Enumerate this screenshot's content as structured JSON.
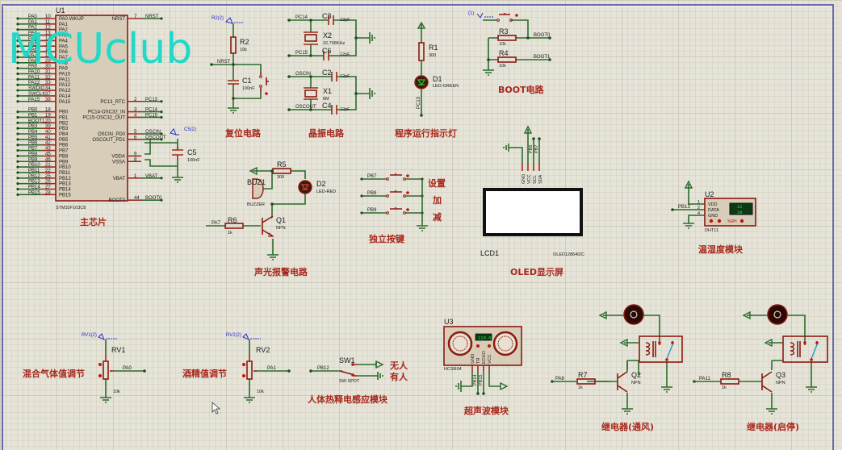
{
  "watermark": "MCUclub",
  "sections": {
    "mcu": "主芯片",
    "reset": "复位电路",
    "crystal": "晶振电路",
    "run_led": "程序运行指示灯",
    "boot": "BOOT电路",
    "alarm": "声光报警电路",
    "keys": "独立按键",
    "oled": "OLED显示屏",
    "dht": "温湿度模块",
    "gas": "混合气体值调节",
    "alcohol": "酒精值调节",
    "pir": "人体热释电感应模块",
    "ultrasonic": "超声波模块",
    "relay1": "继电器(通风)",
    "relay2": "继电器(启停)"
  },
  "mcu": {
    "ref": "U1",
    "part": "STM32F103C8",
    "left_pins": [
      {
        "net": "PA0",
        "num": "10",
        "name": "PA0-WKUP"
      },
      {
        "net": "PA1",
        "num": "11",
        "name": "PA1"
      },
      {
        "net": "PA2",
        "num": "12",
        "name": "PA2"
      },
      {
        "net": "PA3",
        "num": "13",
        "name": "PA3"
      },
      {
        "net": "PA4",
        "num": "14",
        "name": "PA4"
      },
      {
        "net": "PA5",
        "num": "15",
        "name": "PA5"
      },
      {
        "net": "PA6",
        "num": "16",
        "name": "PA6"
      },
      {
        "net": "PA7",
        "num": "17",
        "name": "PA7"
      },
      {
        "net": "PA8",
        "num": "29",
        "name": "PA8"
      },
      {
        "net": "PA9",
        "num": "30",
        "name": "PA9"
      },
      {
        "net": "PA10",
        "num": "31",
        "name": "PA10"
      },
      {
        "net": "PA11",
        "num": "32",
        "name": "PA11"
      },
      {
        "net": "PA12",
        "num": "33",
        "name": "PA12"
      },
      {
        "net": "SWDIO",
        "num": "34",
        "name": "PA13"
      },
      {
        "net": "SWCLK",
        "num": "37",
        "name": "PA14"
      },
      {
        "net": "PA15",
        "num": "38",
        "name": "PA15"
      },
      {
        "net": "PB0",
        "num": "18",
        "name": "PB0"
      },
      {
        "net": "PB1",
        "num": "19",
        "name": "PB1"
      },
      {
        "net": "BOOT1",
        "num": "20",
        "name": "PB2"
      },
      {
        "net": "PB3",
        "num": "39",
        "name": "PB3"
      },
      {
        "net": "PB4",
        "num": "40",
        "name": "PB4"
      },
      {
        "net": "PB5",
        "num": "41",
        "name": "PB5"
      },
      {
        "net": "PB6",
        "num": "42",
        "name": "PB6"
      },
      {
        "net": "PB7",
        "num": "43",
        "name": "PB7"
      },
      {
        "net": "PB8",
        "num": "45",
        "name": "PB8"
      },
      {
        "net": "PB9",
        "num": "46",
        "name": "PB9"
      },
      {
        "net": "PB10",
        "num": "21",
        "name": "PB10"
      },
      {
        "net": "PB11",
        "num": "22",
        "name": "PB11"
      },
      {
        "net": "PB12",
        "num": "25",
        "name": "PB12"
      },
      {
        "net": "PB13",
        "num": "26",
        "name": "PB13"
      },
      {
        "net": "PB14",
        "num": "27",
        "name": "PB14"
      },
      {
        "net": "PB15",
        "num": "28",
        "name": "PB15"
      }
    ],
    "right_pins": [
      {
        "net": "NRST",
        "num": "7",
        "name": "NRST",
        "row": 0
      },
      {
        "net": "PC13",
        "num": "2",
        "name": "PC13_RTC",
        "row": 15
      },
      {
        "net": "PC14",
        "num": "3",
        "name": "PC14-OSC32_IN",
        "row": 16
      },
      {
        "net": "PC15",
        "num": "4",
        "name": "PC15-OSC32_OUT",
        "row": 17
      },
      {
        "net": "OSCIN",
        "num": "5",
        "name": "OSCIN_PD0",
        "row": 20
      },
      {
        "net": "OSCOUT",
        "num": "6",
        "name": "OSCOUT_PD1",
        "row": 21
      },
      {
        "net": "",
        "num": "9",
        "name": "VDDA",
        "row": 24
      },
      {
        "net": "",
        "num": "8",
        "name": "VSSA",
        "row": 25
      },
      {
        "net": "VBAT",
        "num": "1",
        "name": "VBAT",
        "row": 28
      },
      {
        "net": "BOOT0",
        "num": "44",
        "name": "BOOT0",
        "row": 32
      }
    ]
  },
  "components": {
    "c5": {
      "ref": "C5",
      "value": "100nF",
      "probe": "C5(2)"
    },
    "r2": {
      "ref": "R2",
      "value": "10k",
      "probe": "R2(2)",
      "net": "NRST"
    },
    "c1": {
      "ref": "C1",
      "value": "100nF"
    },
    "c3": {
      "ref": "C3",
      "value": "12pF"
    },
    "c6": {
      "ref": "C6",
      "value": "12pF"
    },
    "x2": {
      "ref": "X2",
      "value": "32.768KHz",
      "net_a": "PC14",
      "net_b": "PC15"
    },
    "c2": {
      "ref": "C2",
      "value": "12pF"
    },
    "c4": {
      "ref": "C4",
      "value": "12pF"
    },
    "x1": {
      "ref": "X1",
      "value": "8M",
      "net_a": "OSCIN",
      "net_b": "OSCOUT"
    },
    "r1": {
      "ref": "R1",
      "value": "300"
    },
    "d1": {
      "ref": "D1",
      "value": "LED-GREEN",
      "net": "PC13"
    },
    "boot_probe": "(1)",
    "r3": {
      "ref": "R3",
      "value": "10k",
      "net": "BOOT0"
    },
    "r4": {
      "ref": "R4",
      "value": "10k",
      "net": "BOOT1"
    },
    "buz1": {
      "ref": "BUZ1",
      "value": "BUZZER"
    },
    "r5": {
      "ref": "R5",
      "value": "300"
    },
    "d2": {
      "ref": "D2",
      "value": "LED-RED"
    },
    "r6": {
      "ref": "R6",
      "value": "1k",
      "net": "PA7"
    },
    "q1": {
      "ref": "Q1",
      "value": "NPN"
    },
    "keys": [
      {
        "net": "PB7",
        "label": "设置"
      },
      {
        "net": "PB8",
        "label": "加"
      },
      {
        "net": "PB9",
        "label": "减"
      }
    ],
    "lcd1": {
      "ref": "LCD1",
      "value": "OLED12864I2C",
      "pins": [
        "GND",
        "VCC",
        "SCL",
        "SDA"
      ],
      "nets": [
        "PB6",
        "PB7"
      ]
    },
    "u2": {
      "ref": "U2",
      "value": "DHT11",
      "net": "PB13",
      "pins": [
        "VDD",
        "DATA",
        "GND"
      ],
      "pin_nums": [
        "1",
        "2",
        "4"
      ],
      "temp": "12",
      "hum": "29",
      "unit": "%RH"
    },
    "rv1": {
      "ref": "RV1",
      "value": "10k",
      "probe": "RV1(2)",
      "net": "PA0"
    },
    "rv2": {
      "ref": "RV2",
      "value": "10k",
      "probe": "RV2(2)",
      "net": "PA1"
    },
    "sw1": {
      "ref": "SW1",
      "value": "SW-SPDT",
      "net": "PB12",
      "opt_a": "无人",
      "opt_b": "有人"
    },
    "u3": {
      "ref": "U3",
      "value": "HCSR04",
      "display": "110.0",
      "pins": [
        "GND",
        "TR",
        "ECHO",
        "VCC"
      ],
      "nets": [
        "PB14",
        "PB15"
      ]
    },
    "r7": {
      "ref": "R7",
      "value": "1k",
      "net": "PA8"
    },
    "q2": {
      "ref": "Q2",
      "value": "NPN"
    },
    "r8": {
      "ref": "R8",
      "value": "1k",
      "net": "PA11"
    },
    "q3": {
      "ref": "Q3",
      "value": "NPN"
    }
  }
}
